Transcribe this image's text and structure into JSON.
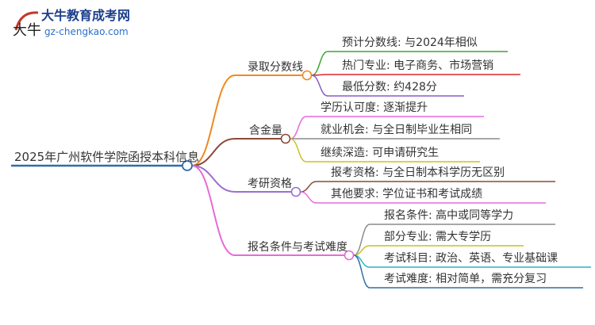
{
  "logo": {
    "name": "大牛教育成考网",
    "url": "gz-chengkao.com",
    "mark_text": "大牛"
  },
  "root": {
    "label": "2025年广州软件学院函授本科信息",
    "color": "#2e6fa6"
  },
  "branches": [
    {
      "label": "录取分数线",
      "color": "#f0891f",
      "children": [
        {
          "label": "预计分数线: 与2024年相似",
          "color": "#3aa52f"
        },
        {
          "label": "热门专业: 电子商务、市场营销",
          "color": "#d9262b"
        },
        {
          "label": "最低分数: 约428分",
          "color": "#8a5bc4"
        }
      ]
    },
    {
      "label": "含金量",
      "color": "#8a4a3a",
      "children": [
        {
          "label": "学历认可度: 逐渐提升",
          "color": "#e66ad8"
        },
        {
          "label": "就业机会: 与全日制毕业生相同",
          "color": "#8c8c8c"
        },
        {
          "label": "继续深造: 可申请研究生",
          "color": "#c9c21f"
        }
      ]
    },
    {
      "label": "考研资格",
      "color": "#9b6fd0",
      "children": [
        {
          "label": "报考资格: 与全日制本科学历无区别",
          "color": "#8a4a3a"
        },
        {
          "label": "其他要求: 学位证书和考试成绩",
          "color": "#e66ad8"
        }
      ]
    },
    {
      "label": "报名条件与考试难度",
      "color": "#e66ad8",
      "children": [
        {
          "label": "报名条件: 高中或同等学力",
          "color": "#8c8c8c"
        },
        {
          "label": "部分专业: 需大专学历",
          "color": "#c9c21f"
        },
        {
          "label": "考试科目: 政治、英语、专业基础课",
          "color": "#2bb3c4"
        },
        {
          "label": "考试难度: 相对简单，需充分复习",
          "color": "#2e6fa6"
        }
      ]
    }
  ]
}
